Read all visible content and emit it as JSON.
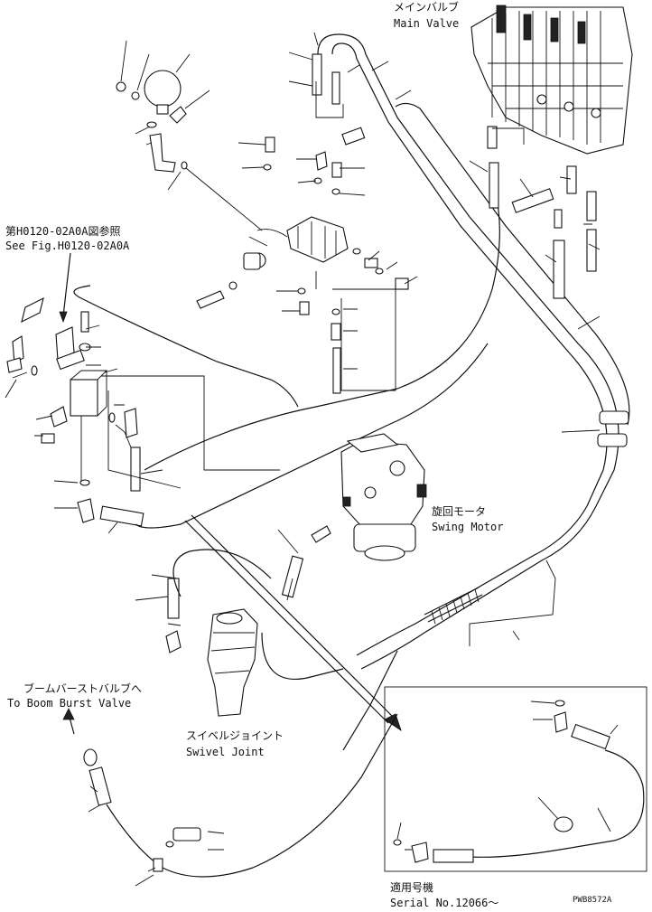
{
  "labels": {
    "main_valve_jp": "メインバルブ",
    "main_valve_en": "Main Valve",
    "see_fig_jp": "第H0120-02A0A図参照",
    "see_fig_en": "See Fig.H0120-02A0A",
    "swing_motor_jp": "旋回モータ",
    "swing_motor_en": "Swing Motor",
    "boom_burst_jp": "ブームバーストバルブへ",
    "boom_burst_en": "To Boom Burst Valve",
    "swivel_joint_jp": "スイベルジョイント",
    "swivel_joint_en": "Swivel Joint",
    "serial_jp": "適用号機",
    "serial_en": "Serial No.12066～",
    "drawing_code": "PWB8572A"
  }
}
